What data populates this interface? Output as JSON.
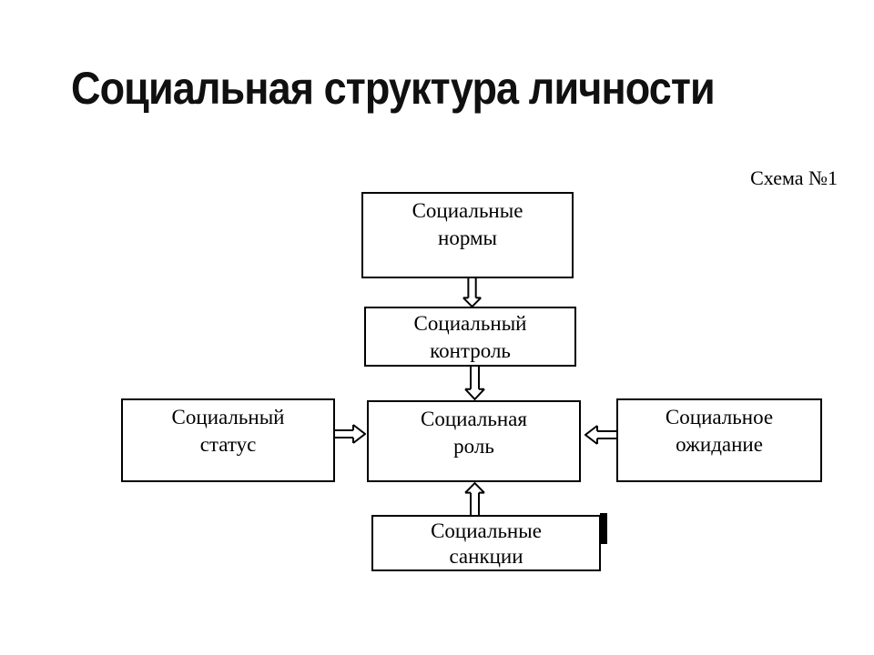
{
  "page": {
    "title": "Социальная структура личности",
    "schema_label": "Схема №1",
    "colors": {
      "line": "#000000",
      "background": "#ffffff",
      "text": "#000000"
    }
  },
  "diagram": {
    "boxes": [
      {
        "id": "norms",
        "lines": [
          "Социальные",
          "нормы"
        ]
      },
      {
        "id": "control",
        "lines": [
          "Социальный",
          "контроль"
        ]
      },
      {
        "id": "status",
        "lines": [
          "Социальный",
          "статус"
        ]
      },
      {
        "id": "role",
        "lines": [
          "Социальная",
          "роль"
        ]
      },
      {
        "id": "expectation",
        "lines": [
          "Социальное",
          "ожидание"
        ]
      },
      {
        "id": "sanctions",
        "lines": [
          "Социальные",
          "санкции"
        ]
      }
    ],
    "arrows": [
      {
        "from": "norms",
        "to": "role-chain",
        "direction": "down"
      },
      {
        "from": "control",
        "to": "role",
        "direction": "down"
      },
      {
        "from": "status",
        "to": "role",
        "direction": "right"
      },
      {
        "from": "expectation",
        "to": "role",
        "direction": "left"
      },
      {
        "from": "sanctions",
        "to": "role",
        "direction": "up"
      }
    ]
  }
}
